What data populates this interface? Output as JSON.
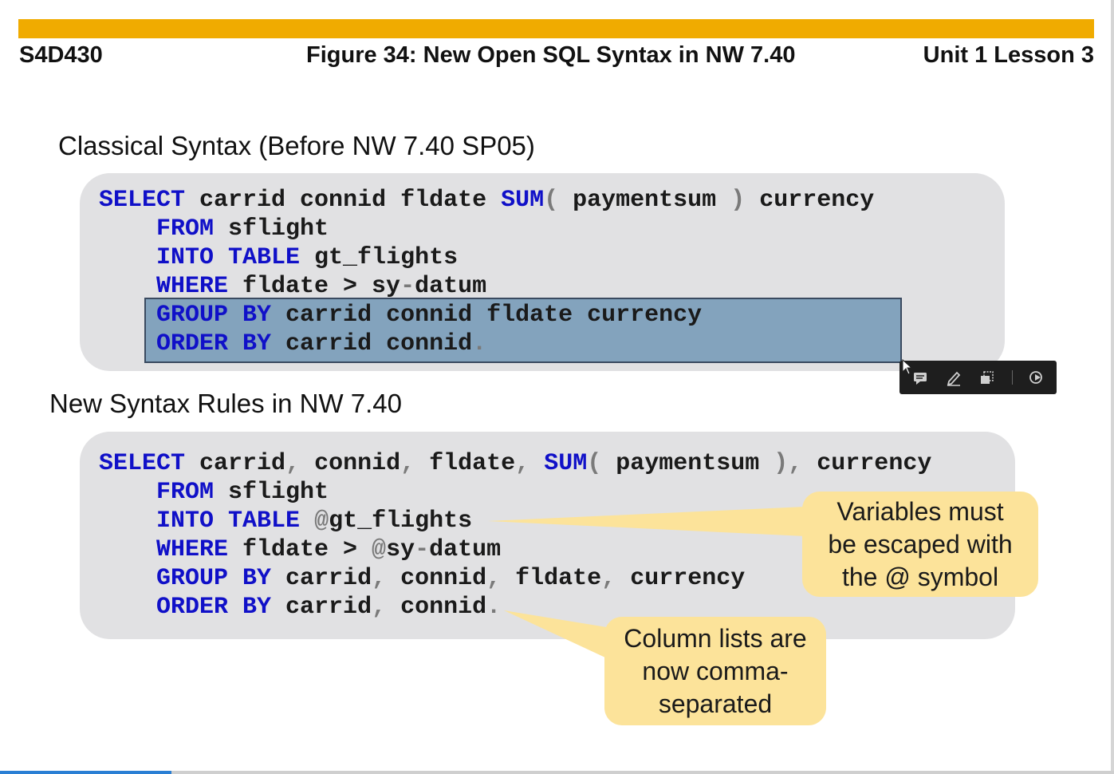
{
  "header": {
    "course_code": "S4D430",
    "figure_title": "Figure 34: New Open SQL Syntax in NW 7.40",
    "unit_lesson": "Unit 1 Lesson 3"
  },
  "classical": {
    "title": "Classical Syntax (Before NW 7.40 SP05)",
    "code": {
      "l1": {
        "k1": "SELECT",
        "t1": " carrid connid fldate ",
        "k2": "SUM",
        "p1": "(",
        "t2": " paymentsum ",
        "p2": ")",
        "t3": " currency"
      },
      "l2": {
        "k1": "FROM",
        "t1": " sflight"
      },
      "l3": {
        "k1": "INTO",
        "k2": "TABLE",
        "t1": " gt_flights"
      },
      "l4": {
        "k1": "WHERE",
        "t1": " fldate > sy",
        "p1": "-",
        "t2": "datum"
      },
      "l5": {
        "k1": "GROUP",
        "k2": "BY",
        "t1": " carrid connid fldate currency"
      },
      "l6": {
        "k1": "ORDER",
        "k2": "BY",
        "t1": " carrid connid",
        "p1": "."
      }
    }
  },
  "new_syntax": {
    "title": "New Syntax Rules in NW 7.40",
    "code": {
      "l1": {
        "k1": "SELECT",
        "t1": " carrid",
        "c1": ",",
        "t2": " connid",
        "c2": ",",
        "t3": " fldate",
        "c3": ",",
        "k2": "SUM",
        "p1": "(",
        "t4": " paymentsum ",
        "p2": ")",
        "c4": ",",
        "t5": " currency"
      },
      "l2": {
        "k1": "FROM",
        "t1": " sflight"
      },
      "l3": {
        "k1": "INTO",
        "k2": "TABLE",
        "at": "@",
        "t1": "gt_flights"
      },
      "l4": {
        "k1": "WHERE",
        "t1": " fldate > ",
        "at": "@",
        "t2": "sy",
        "p1": "-",
        "t3": "datum"
      },
      "l5": {
        "k1": "GROUP",
        "k2": "BY",
        "t1": " carrid",
        "c1": ",",
        "t2": " connid",
        "c2": ",",
        "t3": " fldate",
        "c3": ",",
        "t4": " currency"
      },
      "l6": {
        "k1": "ORDER",
        "k2": "BY",
        "t1": " carrid",
        "c1": ",",
        "t2": " connid",
        "p1": "."
      }
    }
  },
  "callouts": {
    "variables": [
      "Variables must",
      "be escaped with",
      "the @ symbol"
    ],
    "columns": [
      "Column lists are",
      "now comma-",
      "separated"
    ]
  },
  "toolbar": {
    "icons": [
      "comment-icon",
      "pen-icon",
      "copy-icon",
      "share-icon"
    ]
  },
  "colors": {
    "accent_bar": "#f0ab00",
    "keyword": "#1010c8",
    "panel": "#e1e1e3",
    "highlight": "#83a3bd",
    "callout": "#fce39a"
  }
}
